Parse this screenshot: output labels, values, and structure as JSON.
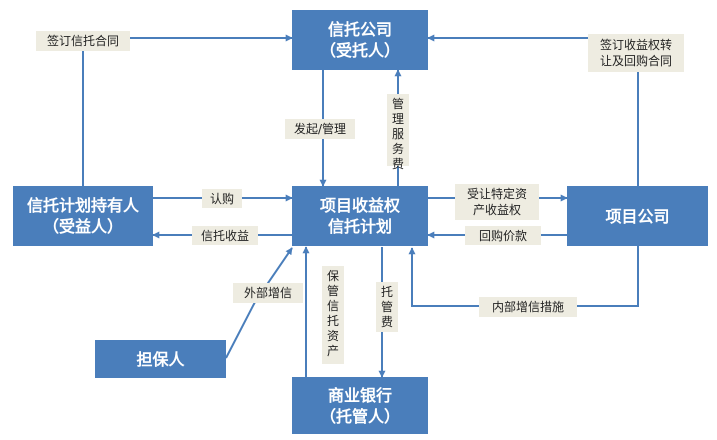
{
  "nodes": {
    "trust_company": {
      "line1": "信托公司",
      "line2": "（受托人）"
    },
    "holder": {
      "line1": "信托计划持有人",
      "line2": "（受益人）"
    },
    "plan": {
      "line1": "项目收益权",
      "line2": "信托计划"
    },
    "project_company": {
      "line1": "项目公司"
    },
    "guarantor": {
      "line1": "担保人"
    },
    "bank": {
      "line1": "商业银行",
      "line2": "（托管人）"
    }
  },
  "labels": {
    "sign_trust_contract": "签订信托合同",
    "sign_transfer_line1": "签订收益权转",
    "sign_transfer_line2": "让及回购合同",
    "initiate_manage": "发起/管理",
    "mgmt_fee": "管理服务费",
    "subscribe": "认购",
    "trust_income": "信托收益",
    "transfer_line1": "受让特定资",
    "transfer_line2": "产收益权",
    "repurchase": "回购价款",
    "external_credit": "外部增信",
    "custody_assets": "保管信托资产",
    "custody_fee": "托管费",
    "internal_credit": "内部增信措施"
  },
  "colors": {
    "node_fill": "#4a7ebb",
    "label_fill": "#eeece1",
    "arrow": "#4a7ebb"
  }
}
